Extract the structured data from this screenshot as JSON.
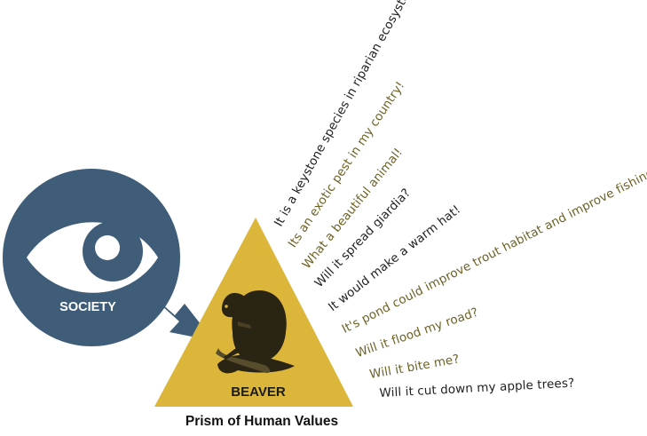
{
  "society_label": "SOCIETY",
  "beaver_label": "BEAVER",
  "caption": "Prism of Human Values",
  "value_statements": [
    "It is a keystone species in riparian ecosystems",
    "Its an exotic pest in my country!",
    "What a beautiful animal!",
    "Will it spread giardia?",
    "It would make a warm hat!",
    "It's pond could improve trout habitat and improve fishing!",
    "Will it flood my road?",
    "Will it bite me?",
    "Will it cut down my apple trees?"
  ],
  "icons": {
    "observer": "eye-icon",
    "direction": "arrow-icon",
    "subject": "beaver-illustration"
  },
  "colors": {
    "society_circle": "#3f5d78",
    "prism": "#dcb63b",
    "arrow": "#3f5d78",
    "text_dark": "#222222",
    "text_olive": "#6e6325"
  }
}
